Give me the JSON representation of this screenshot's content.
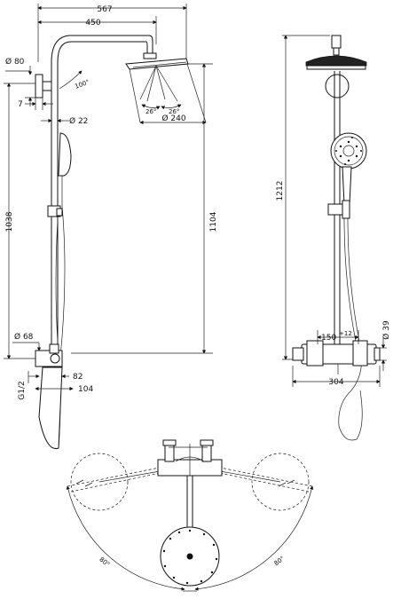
{
  "dimensions": {
    "d567": "567",
    "d450": "450",
    "d80": "Ø 80",
    "d100": "100°",
    "d7": "7",
    "d22": "Ø 22",
    "d26a": "26°",
    "d26b": "26°",
    "d240": "Ø 240",
    "d1038": "1038",
    "d1104": "1104",
    "d68": "Ø 68",
    "dG12": "G1/2",
    "d82": "82",
    "d104": "104",
    "d1212": "1212",
    "d150": "150",
    "d150tol": "+12",
    "d39": "Ø 39",
    "d304": "304",
    "a80l": "80°",
    "a80r": "80°"
  }
}
